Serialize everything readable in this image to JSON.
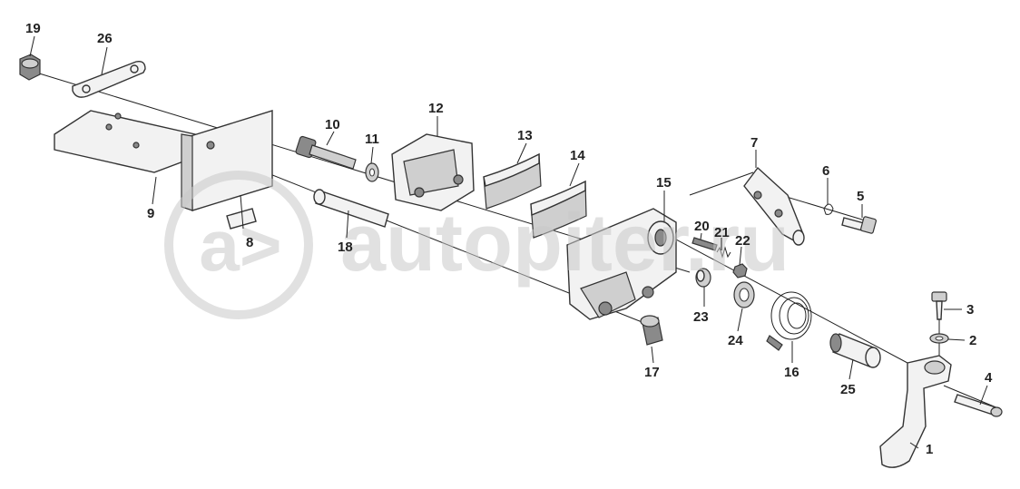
{
  "watermark": {
    "text": "autopiter.ru",
    "logo_glyph": "a>"
  },
  "callouts": [
    "1",
    "2",
    "3",
    "4",
    "5",
    "6",
    "7",
    "8",
    "9",
    "10",
    "11",
    "12",
    "13",
    "14",
    "15",
    "16",
    "17",
    "18",
    "19",
    "20",
    "21",
    "22",
    "23",
    "24",
    "25",
    "26"
  ]
}
